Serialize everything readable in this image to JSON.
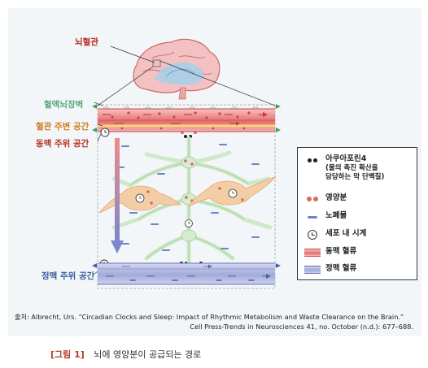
{
  "diagram": {
    "labels": {
      "brain": "뇌혈관",
      "blood_brain_barrier": "혈액뇌장벽",
      "perivascular_space": "혈관 주변 공간",
      "periarterial_space": "동맥 주위 공간",
      "perivenous_space": "정맥 주위 공간"
    },
    "legend": {
      "aquaporin_title": "아쿠아포린4",
      "aquaporin_desc_1": "(물의 촉진 확산을",
      "aquaporin_desc_2": "담당하는 막 단백질)",
      "nutrients": "영양분",
      "waste": "노폐물",
      "clock": "세포 내 시계",
      "arterial_flow": "동맥 혈류",
      "venous_flow": "정맥 혈류"
    },
    "colors": {
      "arterial": "#e57070",
      "venous": "#9fa9d8",
      "astrocyte": "#cfe8c9",
      "neuron": "#f0c8a0",
      "nutrient_dot": "#d96a5a",
      "aquaporin_dot": "#1d1d1d",
      "waste": "#6a86c2",
      "flow_arrow": "#8a8fcf"
    }
  },
  "source": {
    "line1": "출처:  Albrecht, Urs. “Circadian Clocks and Sleep: Impact of Rhythmic Metabolism and Waste Clearance on the Brain.”",
    "line2": "Cell Press-Trends in Neurosciences 41, no. October (n.d.): 677–688."
  },
  "caption": {
    "tag": "[그림 1]",
    "text": "뇌에 영양분이 공급되는 경로"
  }
}
